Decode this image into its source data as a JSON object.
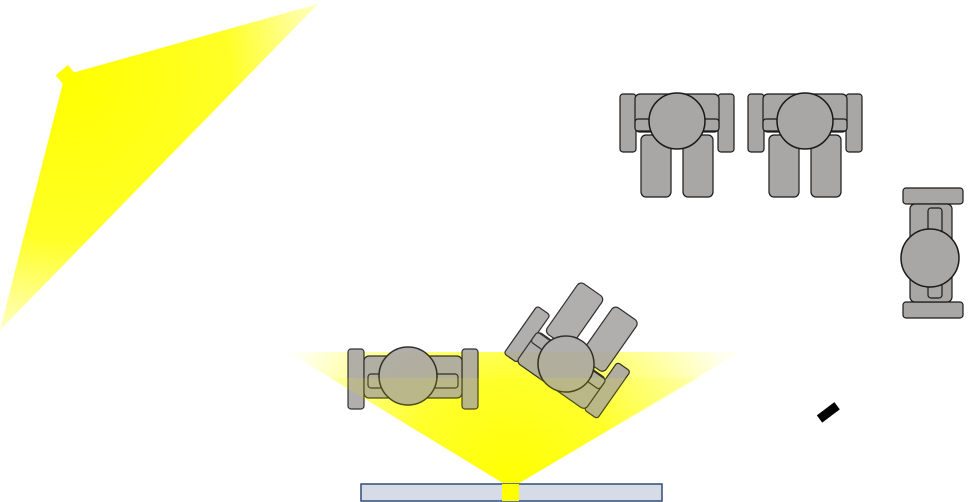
{
  "colors": {
    "background": "#ffffff",
    "light_beam": "#ffff00",
    "person_fill": "#a9a6a6",
    "person_stroke": "#1a1a1a",
    "table_fill": "#d6dce5",
    "table_stroke": "#2f4d78",
    "lamp_fill": "#ffff00",
    "camera_fill": "#000000"
  },
  "scene": {
    "light_sources": [
      {
        "id": "spotlight-top-left",
        "icon": "spotlight-icon"
      },
      {
        "id": "table-light",
        "icon": "table-light-icon"
      }
    ],
    "people": [
      {
        "id": "person-back-left",
        "facing": "down"
      },
      {
        "id": "person-back-right",
        "facing": "down"
      },
      {
        "id": "person-side-right",
        "facing": "left"
      },
      {
        "id": "person-front-left",
        "facing": "up"
      },
      {
        "id": "person-front-right",
        "facing": "up-right"
      }
    ],
    "props": [
      {
        "id": "desk",
        "icon": "desk-icon"
      },
      {
        "id": "camera",
        "icon": "camera-icon"
      }
    ]
  }
}
